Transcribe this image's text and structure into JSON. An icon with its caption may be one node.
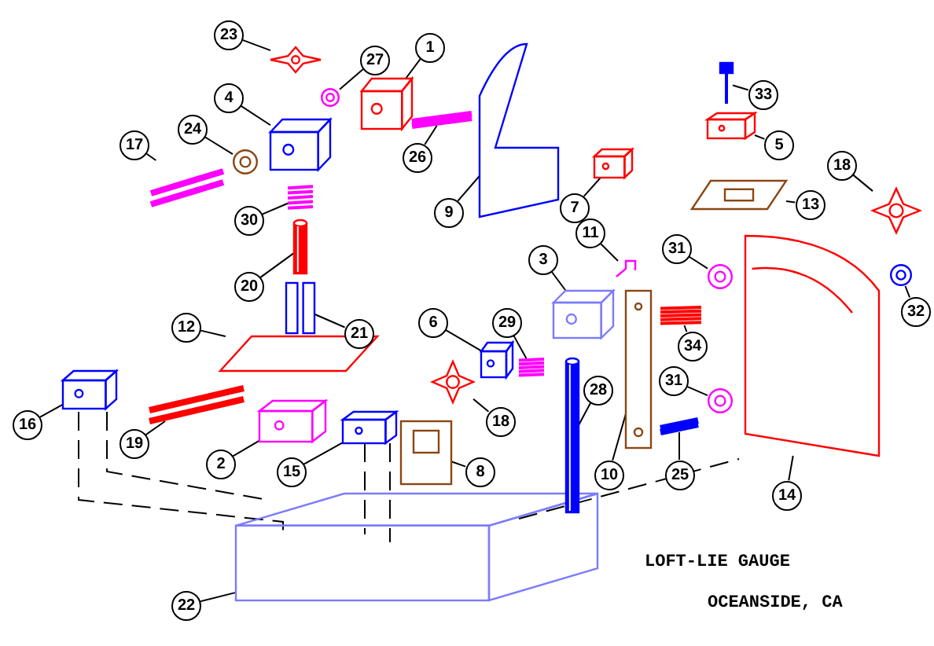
{
  "diagram": {
    "nodes": [
      {
        "text": [
          "23"
        ]
      },
      {
        "text": [],
        "shape": "picture"
      },
      {
        "text": [
          "27"
        ]
      },
      {
        "text": [],
        "shape": "picture"
      },
      {
        "text": [
          "1"
        ]
      },
      {
        "text": [],
        "shape": "picture"
      },
      {
        "text": [
          "4"
        ]
      },
      {
        "text": [],
        "shape": "picture"
      },
      {
        "text": [
          "24"
        ]
      },
      {
        "text": [],
        "shape": "picture"
      },
      {
        "text": [
          "17"
        ]
      },
      {
        "text": [],
        "shape": "picture"
      },
      {
        "text": [
          "26"
        ]
      },
      {
        "text": [],
        "shape": "picture"
      },
      {
        "text": [
          "9"
        ]
      },
      {
        "text": [],
        "shape": "picture"
      },
      {
        "text": [
          "30"
        ]
      },
      {
        "text": [],
        "shape": "picture"
      },
      {
        "text": [
          "20"
        ]
      },
      {
        "text": [],
        "shape": "cylinder"
      },
      {
        "text": [
          "21"
        ]
      },
      {
        "text": [],
        "shape": "picture"
      },
      {
        "text": [
          "12"
        ]
      },
      {
        "text": [],
        "shape": "picture"
      },
      {
        "text": [
          "16"
        ]
      },
      {
        "text": [],
        "shape": "picture"
      },
      {
        "text": [
          "19"
        ]
      },
      {
        "text": [],
        "shape": "picture"
      },
      {
        "text": [
          "2"
        ]
      },
      {
        "text": [],
        "shape": "picture"
      },
      {
        "text": [
          "15"
        ]
      },
      {
        "text": [],
        "shape": "picture"
      },
      {
        "text": [
          "22"
        ]
      },
      {
        "text": [],
        "shape": "picture"
      },
      {
        "text": [
          "6"
        ]
      },
      {
        "text": [],
        "shape": "picture"
      },
      {
        "text": [
          "29"
        ]
      },
      {
        "text": [],
        "shape": "picture"
      },
      {
        "text": [
          "3"
        ]
      },
      {
        "text": [],
        "shape": "picture"
      },
      {
        "text": [
          "11"
        ]
      },
      {
        "text": [],
        "shape": "picture"
      },
      {
        "text": [
          "28"
        ]
      },
      {
        "text": [],
        "shape": "cylinder"
      },
      {
        "text": [
          "18"
        ]
      },
      {
        "text": [],
        "shape": "picture"
      },
      {
        "text": [
          "8"
        ]
      },
      {
        "text": [],
        "shape": "picture"
      },
      {
        "text": [
          "10"
        ]
      },
      {
        "text": [],
        "shape": "picture"
      },
      {
        "text": [
          "25"
        ]
      },
      {
        "text": [],
        "shape": "picture"
      },
      {
        "text": [
          "34"
        ]
      },
      {
        "text": [],
        "shape": "picture"
      },
      {
        "text": [
          "31"
        ]
      },
      {
        "text": [],
        "shape": "picture"
      },
      {
        "text": [
          "31"
        ]
      },
      {
        "text": [],
        "shape": "picture"
      },
      {
        "text": [
          "14"
        ]
      },
      {
        "text": [],
        "shape": "picture"
      },
      {
        "text": [
          "32"
        ]
      },
      {
        "text": [],
        "shape": "picture"
      },
      {
        "text": [
          "18"
        ]
      },
      {
        "text": [],
        "shape": "picture"
      },
      {
        "text": [
          "13"
        ]
      },
      {
        "text": [],
        "shape": "picture"
      },
      {
        "text": [
          "5"
        ]
      },
      {
        "text": [],
        "shape": "picture"
      },
      {
        "text": [
          "33"
        ]
      },
      {
        "text": [],
        "shape": "picture"
      },
      {
        "text": [
          "7"
        ]
      },
      {
        "text": [],
        "shape": "picture"
      }
    ],
    "edges": [
      {
        "from": 0,
        "to": 1,
        "arrow": "none"
      },
      {
        "from": 2,
        "to": 3,
        "arrow": "none"
      },
      {
        "from": 4,
        "to": 5,
        "arrow": "none"
      },
      {
        "from": 6,
        "to": 7,
        "arrow": "none"
      },
      {
        "from": 8,
        "to": 9,
        "arrow": "none"
      },
      {
        "from": 10,
        "to": 11,
        "arrow": "none"
      },
      {
        "from": 12,
        "to": 13,
        "arrow": "none"
      },
      {
        "from": 14,
        "to": 15,
        "arrow": "none"
      },
      {
        "from": 16,
        "to": 17,
        "arrow": "none"
      },
      {
        "from": 18,
        "to": 19,
        "arrow": "none"
      },
      {
        "from": 20,
        "to": 21,
        "arrow": "none"
      },
      {
        "from": 22,
        "to": 23,
        "arrow": "none"
      },
      {
        "from": 24,
        "to": 25,
        "arrow": "none"
      },
      {
        "from": 26,
        "to": 27,
        "arrow": "none"
      },
      {
        "from": 28,
        "to": 29,
        "arrow": "none"
      },
      {
        "from": 30,
        "to": 31,
        "arrow": "none"
      },
      {
        "from": 32,
        "to": 33,
        "arrow": "none"
      },
      {
        "from": 34,
        "to": 35,
        "arrow": "none"
      },
      {
        "from": 36,
        "to": 37,
        "arrow": "none"
      },
      {
        "from": 38,
        "to": 39,
        "arrow": "none"
      },
      {
        "from": 40,
        "to": 41,
        "arrow": "none"
      },
      {
        "from": 42,
        "to": 43,
        "arrow": "none"
      },
      {
        "from": 44,
        "to": 45,
        "arrow": "none"
      },
      {
        "from": 46,
        "to": 47,
        "arrow": "none"
      },
      {
        "from": 48,
        "to": 49,
        "arrow": "none"
      },
      {
        "from": 50,
        "to": 51,
        "arrow": "none"
      },
      {
        "from": 52,
        "to": 53,
        "arrow": "none"
      },
      {
        "from": 54,
        "to": 55,
        "arrow": "none"
      },
      {
        "from": 56,
        "to": 57,
        "arrow": "none"
      },
      {
        "from": 58,
        "to": 59,
        "arrow": "none"
      },
      {
        "from": 60,
        "to": 61,
        "arrow": "none"
      },
      {
        "from": 62,
        "to": 63,
        "arrow": "none"
      },
      {
        "from": 64,
        "to": 65,
        "arrow": "none"
      },
      {
        "from": 66,
        "to": 67,
        "arrow": "none"
      },
      {
        "from": 68,
        "to": 69,
        "arrow": "none"
      },
      {
        "from": 70,
        "to": 71,
        "arrow": "none"
      }
    ],
    "labels": [
      "LOFT-LIE GAUGE",
      "OCEANSIDE, CA"
    ]
  }
}
